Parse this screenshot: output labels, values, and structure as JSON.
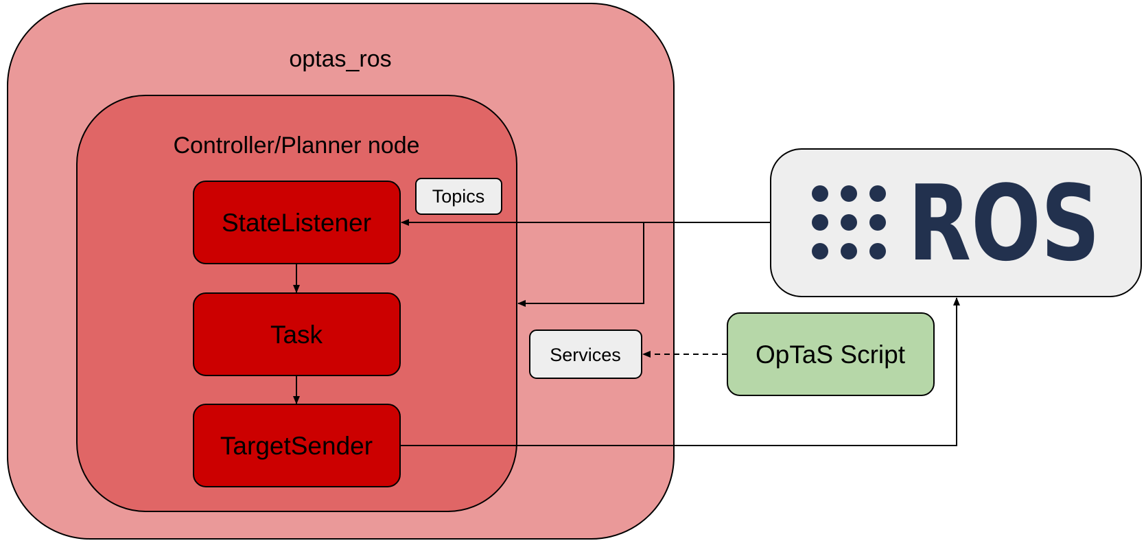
{
  "diagram": {
    "outer_container": {
      "label": "optas_ros"
    },
    "node_container": {
      "label": "Controller/Planner node"
    },
    "blocks": {
      "state_listener": "StateListener",
      "task": "Task",
      "target_sender": "TargetSender"
    },
    "tags": {
      "topics": "Topics",
      "services": "Services"
    },
    "script": {
      "label": "OpTaS Script"
    },
    "ros_logo": {
      "text": "ROS"
    }
  },
  "colors": {
    "outer_fill": "#EA9999",
    "node_fill": "#E06666",
    "block_fill": "#CC0000",
    "tag_fill": "#EEEEEE",
    "script_fill": "#B6D7A8",
    "ros_box_fill": "#EEEEEE",
    "ros_logo": "#22314E",
    "stroke": "#000000"
  }
}
